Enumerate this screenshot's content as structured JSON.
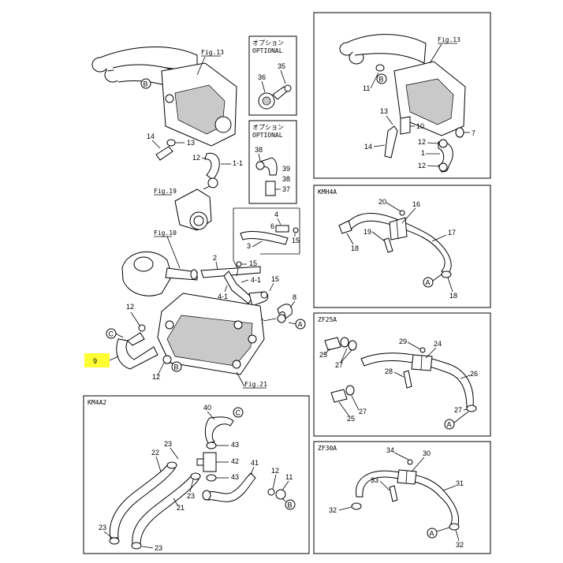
{
  "main": {
    "fig13": "Fig.13",
    "fig19": "Fig.19",
    "fig10": "Fig.10",
    "fig21": "Fig.21",
    "option_jp": "オプション",
    "option_en": "OPTIONAL",
    "highlight_label": "9",
    "labels": {
      "b_top": "B",
      "n14": "14",
      "n13": "13",
      "n12": "12",
      "n1_1": "1-1",
      "n36": "36",
      "n35": "35",
      "n38a": "38",
      "n39": "39",
      "n38b": "38",
      "n37": "37",
      "n4": "4",
      "n6": "6",
      "n15a": "15",
      "n3": "3",
      "n15b": "15",
      "n2": "2",
      "n4_1a": "4-1",
      "n4_1b": "4-1",
      "n15c": "15",
      "n8": "8",
      "a_main": "A",
      "n12b": "12",
      "c_main": "C",
      "n12c": "12",
      "b_main": "B"
    }
  },
  "right_top": {
    "fig13": "Fig.13",
    "labels": {
      "n11": "11",
      "b": "B",
      "n13": "13",
      "n10": "10",
      "n14": "14",
      "n7": "7",
      "n12a": "12",
      "n1": "1",
      "n12b": "12"
    }
  },
  "kmh4a": {
    "title": "KMH4A",
    "labels": {
      "n20": "20",
      "n16": "16",
      "n19": "19",
      "n17": "17",
      "n18a": "18",
      "a": "A",
      "n18b": "18"
    }
  },
  "zf25a": {
    "title": "ZF25A",
    "labels": {
      "n29": "29",
      "n24": "24",
      "n25a": "25",
      "n27a": "27",
      "n28": "28",
      "n26": "26",
      "n27b": "27",
      "n25b": "25",
      "n27c": "27",
      "a": "A"
    }
  },
  "km4a2": {
    "title": "KM4A2",
    "labels": {
      "n40": "40",
      "c": "C",
      "n43a": "43",
      "n23a": "23",
      "n22": "22",
      "n42": "42",
      "n41": "41",
      "n23b": "23",
      "n43b": "43",
      "n12": "12",
      "n11": "11",
      "n21": "21",
      "b": "B",
      "n23c": "23",
      "n23d": "23"
    }
  },
  "zf30a": {
    "title": "ZF30A",
    "labels": {
      "n34": "34",
      "n30": "30",
      "n33": "33",
      "n31": "31",
      "n32a": "32",
      "a": "A",
      "n32b": "32"
    }
  },
  "colors": {
    "highlight": "#ffff33",
    "line": "#000000",
    "shade": "#c9c9c9"
  }
}
